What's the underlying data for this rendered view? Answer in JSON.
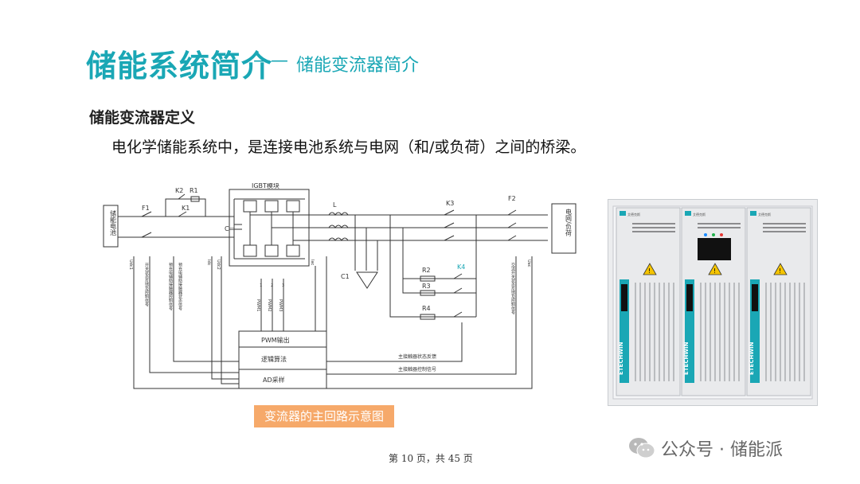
{
  "slide": {
    "title_main": "储能系统简介",
    "title_dash": "——",
    "title_sub": "储能变流器简介",
    "section_heading": "储能变流器定义",
    "definition": "电化学储能系统中，是连接电池系统与电网（和/或负荷）之间的桥梁。",
    "caption": "变流器的主回路示意图",
    "page_number": "第 10 页，共 45 页",
    "watermark": "公众号 · 储能派"
  },
  "circuit": {
    "battery_label": "储能电池",
    "grid_label": "电网/负荷",
    "igbt_label": "IGBT模块",
    "cap_dc_label": "C=",
    "inductor_label": "L",
    "k1_label": "K1",
    "k2_label": "K2",
    "r1_label": "R1",
    "f1_label": "F1",
    "f2_label": "F2",
    "k3_label": "K3",
    "k4_label": "K4",
    "r2_label": "R2",
    "r3_label": "R3",
    "r4_label": "R4",
    "c1_label": "C1",
    "pwm_label": "PWM输出",
    "logic_label": "逻辑算法",
    "ad_label": "AD采样",
    "signal_main_feedback": "主接触器状态反馈",
    "signal_main_control": "主接触器控制信号",
    "sig_udc": "Udc1",
    "sig_idc": "Idc",
    "sig_udc2": "Udc2",
    "sig_iac": "Iac",
    "sig_uac": "Uac",
    "sig_k1_vert": "开关状态反馈及控制信号",
    "sig_k2_vert": "预充电辅助接触器控制信号",
    "sig_k2b_vert": "预充电辅助接触器状态信号",
    "sig_f2_vert": "交流开关状态反馈及控制信号",
    "pwm_1": "PWM1",
    "pwm_2": "PWM2",
    "pwm_3": "PWM3",
    "pwm_n1": "1",
    "pwm_n2": "2",
    "pwm_n3": "3"
  },
  "photo": {
    "brand": "ETECHWIN",
    "logo_text": "艾德克斯",
    "icons": [
      "warning-icon",
      "warning-icon",
      "warning-icon"
    ],
    "indicator_colors": [
      "#1a8cff",
      "#22b14c",
      "#e53935"
    ]
  }
}
